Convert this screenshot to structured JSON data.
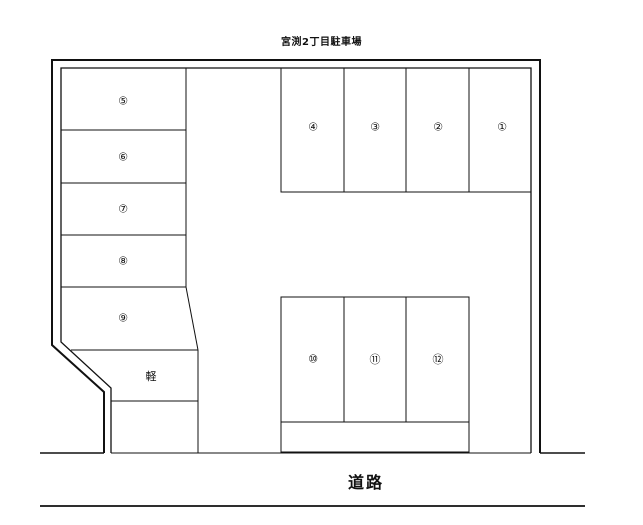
{
  "title": "宮渕2丁目駐車場",
  "road_label": "道路",
  "left_spaces": [
    "⑤",
    "⑥",
    "⑦",
    "⑧",
    "⑨",
    "軽"
  ],
  "top_right_spaces": [
    "④",
    "③",
    "②",
    "①"
  ],
  "bottom_spaces": [
    "⑩",
    "⑪",
    "⑫"
  ]
}
